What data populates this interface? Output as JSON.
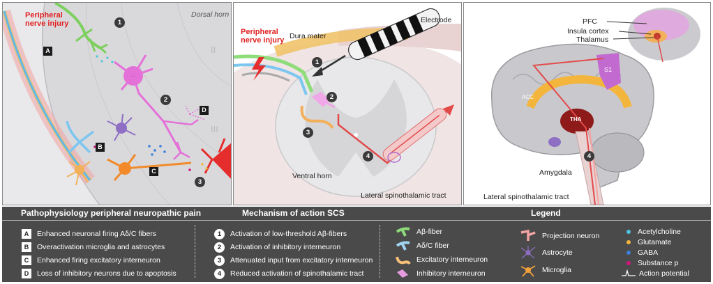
{
  "dorsal_panel": {
    "injury_title": [
      "Peripheral",
      "nerve injury"
    ],
    "region_label": "Dorsal horn",
    "markers": [
      "A",
      "B",
      "C",
      "D"
    ],
    "steps": [
      "1",
      "2",
      "3"
    ]
  },
  "mechanism_panel": {
    "injury_title": [
      "Peripheral",
      "nerve injury"
    ],
    "electrode_label": "Electrode",
    "dura_label": "Dura mater",
    "ventral_label": "Ventral horn",
    "tract_label": "Lateral spinothalamic tract",
    "steps": [
      "1",
      "2",
      "3",
      "4"
    ]
  },
  "brain_panel": {
    "pfc": "PFC",
    "insula": "Insula cortex",
    "thalamus": "Thalamus",
    "s1": "S1",
    "acc": "ACC",
    "tha": "THA",
    "amygdala": "Amygdala",
    "tract_label": "Lateral spinothalamic tract",
    "step": "4"
  },
  "legend": {
    "section_titles": {
      "patho": "Pathophysiology peripheral neuropathic pain",
      "mech": "Mechanism of action SCS",
      "legend": "Legend"
    },
    "patho_items": [
      {
        "key": "A",
        "text": "Enhanced neuronal firing Aδ/C fibers"
      },
      {
        "key": "B",
        "text": "Overactivation microglia and astrocytes"
      },
      {
        "key": "C",
        "text": "Enhanced firing excitatory interneuron"
      },
      {
        "key": "D",
        "text": "Loss of inhibitory neurons due to apoptosis"
      }
    ],
    "mech_items": [
      {
        "key": "1",
        "text": "Activation of low-threshold Aβ-fibers"
      },
      {
        "key": "2",
        "text": "Activation of inhibitory interneuron"
      },
      {
        "key": "3",
        "text": "Attenuated input from excitatory interneuron"
      },
      {
        "key": "4",
        "text": "Reduced activation of spinothalamic tract"
      }
    ],
    "fiber_items": [
      {
        "text": "Aβ-fiber",
        "color": "#8fdc7a"
      },
      {
        "text": "Aδ/C fiber",
        "color": "#9fd3f0"
      },
      {
        "text": "Excitatory interneuron",
        "color": "#f6c07a"
      },
      {
        "text": "Inhibitory interneuron",
        "color": "#e79ae0"
      }
    ],
    "cell_items": [
      {
        "text": "Projection neuron",
        "color": "#f3a3a3"
      },
      {
        "text": "Astrocyte",
        "color": "#8e6fc4"
      },
      {
        "text": "Microglia",
        "color": "#f2a13a"
      }
    ],
    "signal_items": [
      {
        "text": "Acetylcholine",
        "color": "#4fc3e0"
      },
      {
        "text": "Glutamate",
        "color": "#f3b53c"
      },
      {
        "text": "GABA",
        "color": "#3a7fd8"
      },
      {
        "text": "Substance p",
        "color": "#d0177f"
      },
      {
        "text": "Action potential",
        "color": "#ffffff"
      }
    ]
  }
}
